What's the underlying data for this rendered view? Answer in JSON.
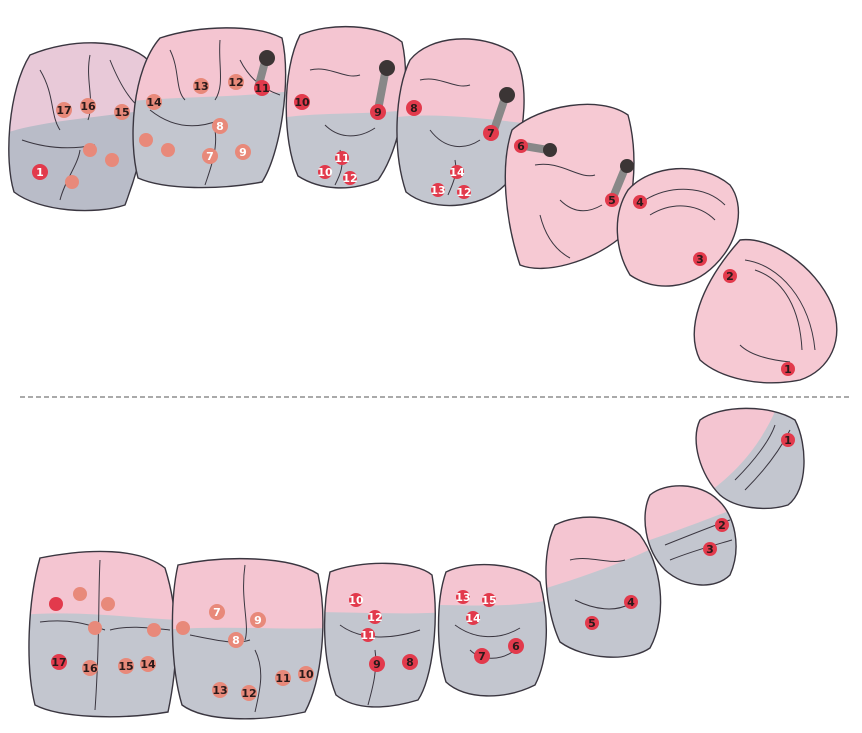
{
  "colors": {
    "pink": "#f6c9d3",
    "pink_light": "#f9dbe2",
    "gray": "#c3c6cf",
    "gray_dark": "#b3b7c2",
    "outline": "#3a3640",
    "marker_red": "#e23a4c",
    "marker_orange": "#e8897a",
    "implant": "#3b3535"
  },
  "upper": {
    "labels": {
      "m1": [
        "17",
        "16",
        "15",
        "1"
      ],
      "m2": [
        "14",
        "13",
        "12",
        "11",
        "8",
        "7",
        "9"
      ],
      "pm1": [
        "10",
        "9",
        "11",
        "10",
        "12"
      ],
      "pm2": [
        "8",
        "7",
        "14",
        "13",
        "12"
      ],
      "c": [
        "6",
        "5"
      ],
      "i2": [
        "4",
        "3"
      ],
      "i1": [
        "2",
        "1"
      ]
    }
  },
  "lower": {
    "labels": {
      "m1": [
        "17",
        "16",
        "15",
        "14"
      ],
      "m2": [
        "7",
        "9",
        "8",
        "13",
        "12",
        "11",
        "10"
      ],
      "pm1": [
        "10",
        "12",
        "11",
        "9",
        "8"
      ],
      "pm2": [
        "13",
        "15",
        "14",
        "7",
        "6"
      ],
      "c": [
        "5",
        "4"
      ],
      "i2": [
        "2",
        "3"
      ],
      "i1": [
        "1"
      ]
    }
  }
}
